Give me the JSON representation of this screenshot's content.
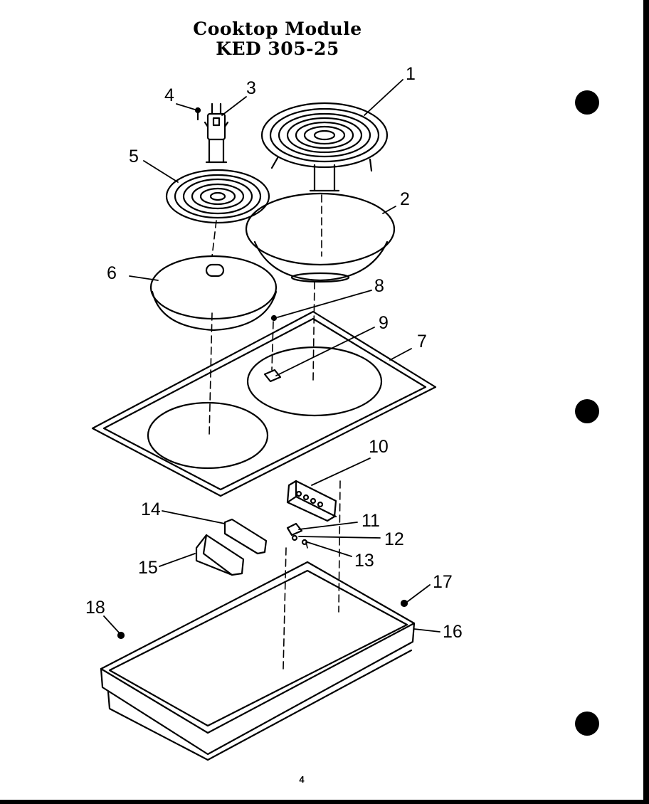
{
  "header": {
    "title": "Cooktop Module",
    "model": "KED 305-25"
  },
  "callouts": [
    "1",
    "2",
    "3",
    "4",
    "5",
    "6",
    "7",
    "8",
    "9",
    "10",
    "11",
    "12",
    "13",
    "14",
    "15",
    "16",
    "17",
    "18"
  ],
  "footer": {
    "page_number": "4"
  },
  "colors": {
    "ink": "#000000",
    "paper": "#ffffff"
  }
}
